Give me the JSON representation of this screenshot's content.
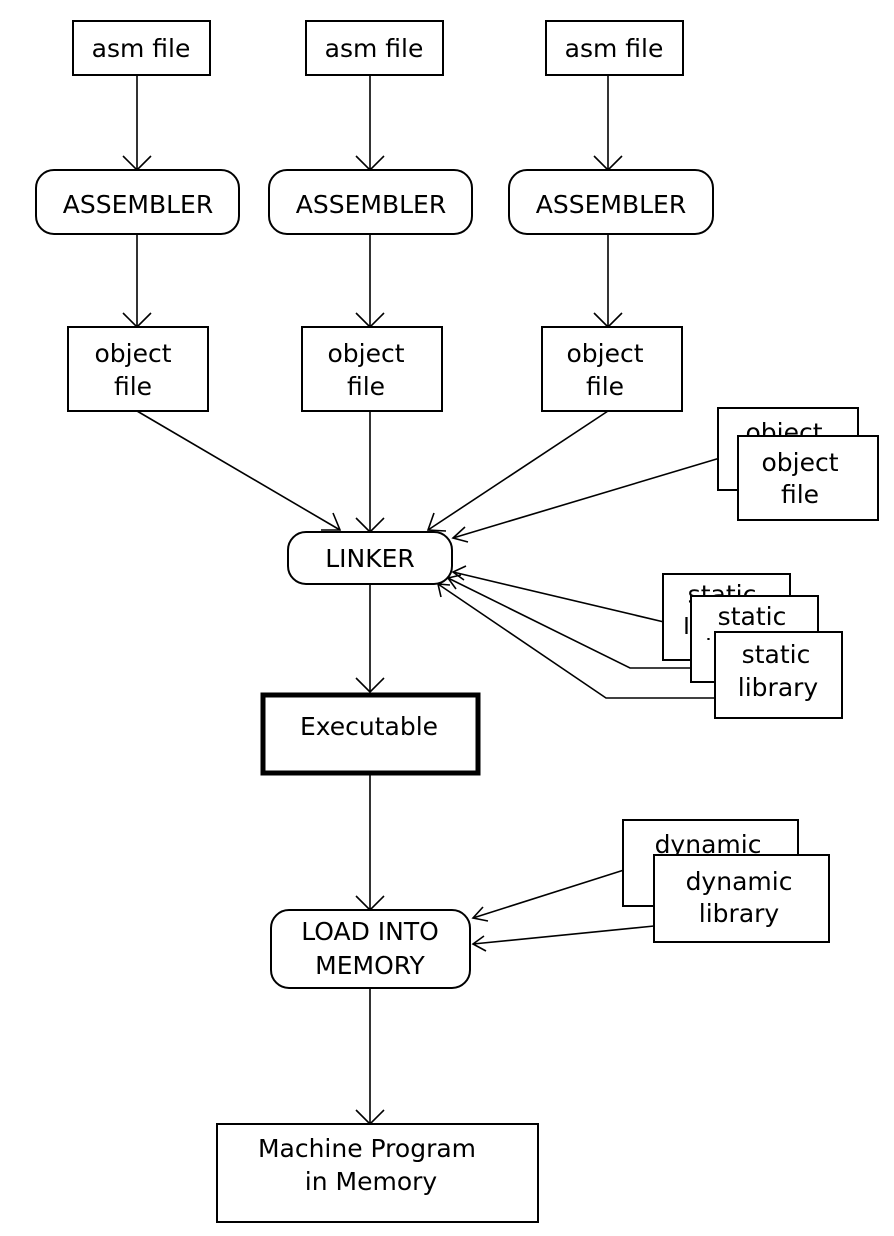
{
  "asm_files": [
    "asm file",
    "asm file",
    "asm file"
  ],
  "assemblers": [
    "ASSEMBLER",
    "ASSEMBLER",
    "ASSEMBLER"
  ],
  "object_files": [
    [
      "object",
      "file"
    ],
    [
      "object",
      "file"
    ],
    [
      "object",
      "file"
    ]
  ],
  "linker": "LINKER",
  "extra_object_file": {
    "back": [
      "object"
    ],
    "front": [
      "object",
      "file"
    ]
  },
  "static_libraries": {
    "back": [
      "static",
      "library"
    ],
    "middle": [
      "static",
      "library"
    ],
    "front": [
      "static",
      "library"
    ]
  },
  "executable": "Executable",
  "dynamic_libraries": {
    "back": [
      "dynamic"
    ],
    "front": [
      "dynamic",
      "library"
    ]
  },
  "loader": [
    "LOAD INTO",
    "MEMORY"
  ],
  "result": [
    "Machine Program",
    "in Memory"
  ]
}
